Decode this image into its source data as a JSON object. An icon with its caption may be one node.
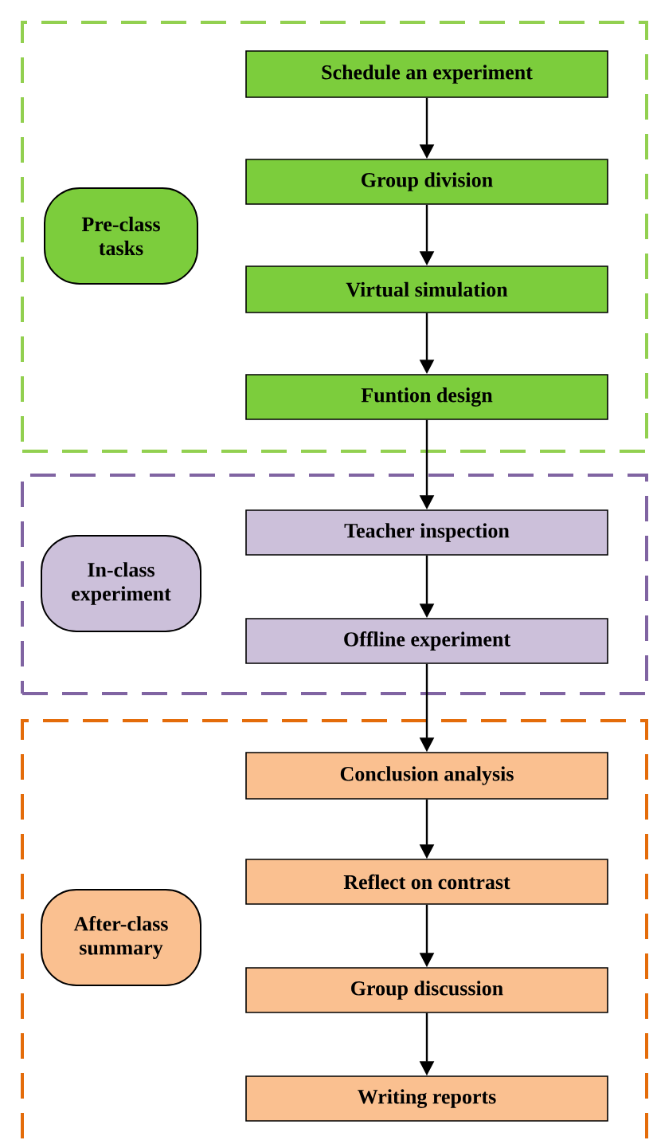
{
  "diagram": {
    "nodes": [
      {
        "text": [],
        "shape": "box"
      },
      {
        "text": [
          "Pre-class tasks"
        ],
        "in": 0
      },
      {
        "text": [
          "Schedule an experiment"
        ],
        "in": 0
      },
      {
        "text": [
          "Group division"
        ],
        "in": 0
      },
      {
        "text": [
          "Virtual simulation"
        ],
        "in": 0
      },
      {
        "text": [
          "Funtion design"
        ],
        "in": 0
      },
      {
        "text": [],
        "shape": "box"
      },
      {
        "text": [
          "In-class experiment"
        ],
        "in": 6
      },
      {
        "text": [
          "Teacher inspection"
        ],
        "in": 6
      },
      {
        "text": [
          "Offline experiment"
        ],
        "in": 6
      },
      {
        "text": [],
        "shape": "box"
      },
      {
        "text": [
          "After-class summary"
        ],
        "in": 10
      },
      {
        "text": [
          "Conclusion analysis"
        ],
        "in": 10
      },
      {
        "text": [
          "Reflect on contrast"
        ],
        "in": 10
      },
      {
        "text": [
          "Group discussion"
        ],
        "in": 10
      },
      {
        "text": [
          "Writing reports"
        ],
        "in": 10
      }
    ],
    "edges": [
      {
        "from": 2,
        "to": 3,
        "arrow": "to"
      },
      {
        "from": 3,
        "to": 4,
        "arrow": "to"
      },
      {
        "from": 4,
        "to": 5,
        "arrow": "to"
      },
      {
        "from": 5,
        "to": 8,
        "arrow": "to"
      },
      {
        "from": 8,
        "to": 9,
        "arrow": "to"
      },
      {
        "from": 9,
        "to": 12,
        "arrow": "to"
      },
      {
        "from": 12,
        "to": 13,
        "arrow": "to"
      },
      {
        "from": 13,
        "to": 14,
        "arrow": "to"
      },
      {
        "from": 14,
        "to": 15,
        "arrow": "to"
      }
    ]
  }
}
